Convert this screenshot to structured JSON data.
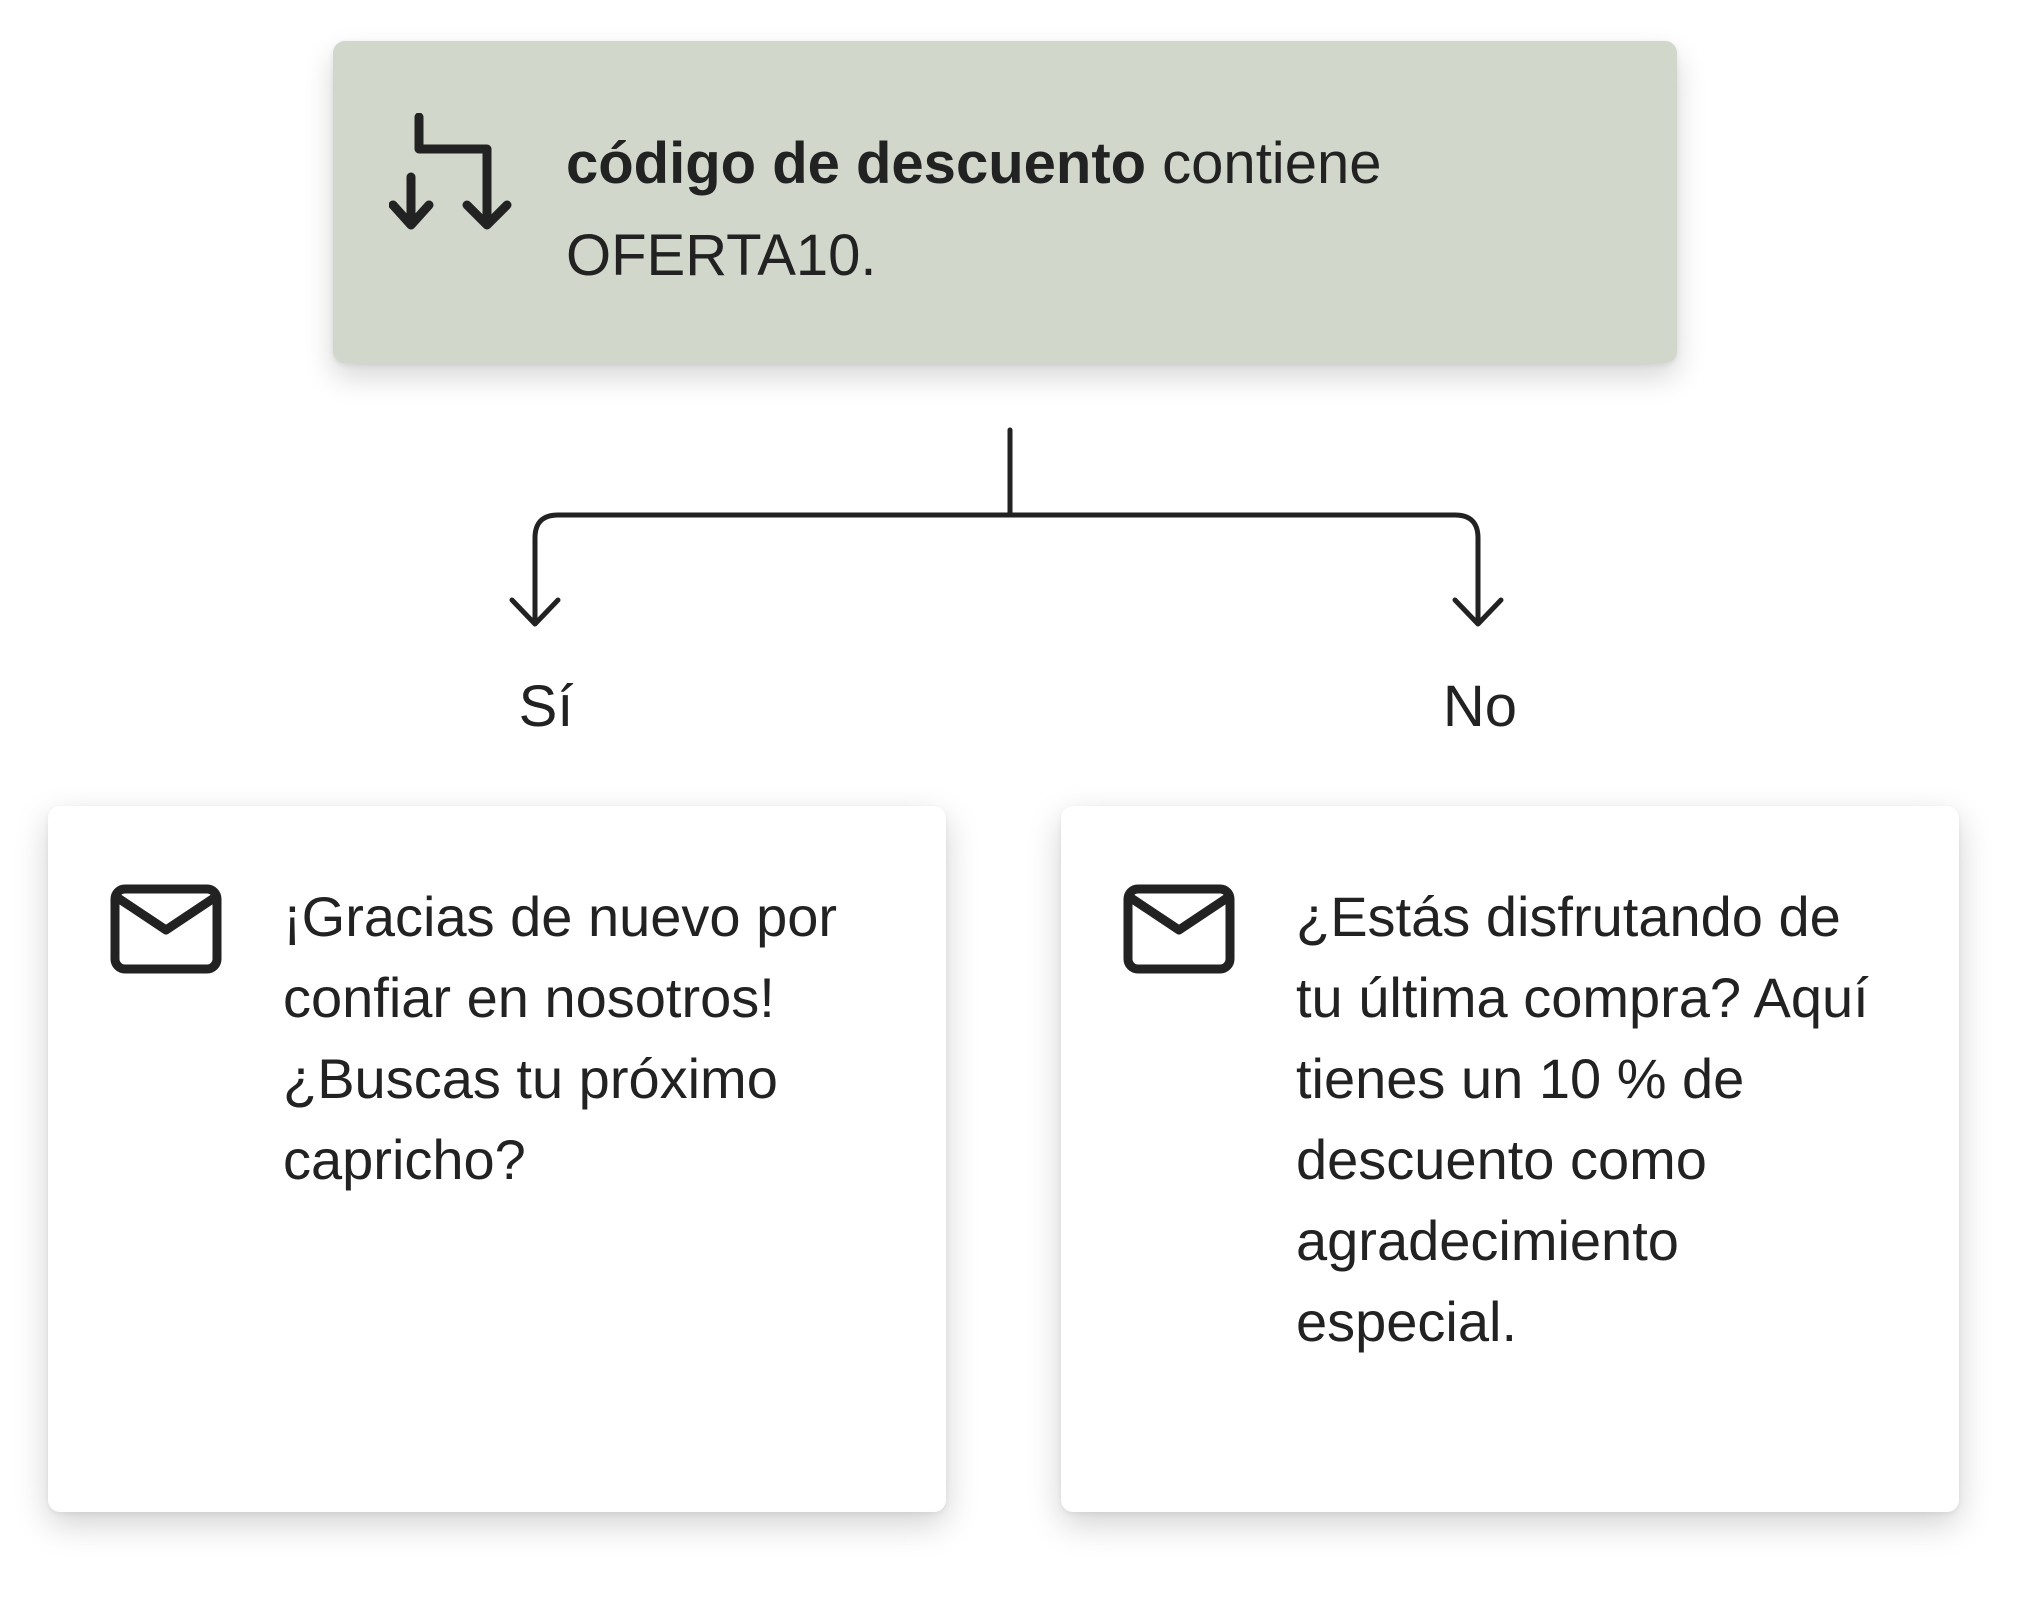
{
  "condition": {
    "icon": "split-branch-icon",
    "field": "código de descuento",
    "operator_text": " contiene",
    "value": "OFERTA10."
  },
  "branches": {
    "yes": {
      "label": "Sí",
      "icon": "envelope-icon",
      "message": "¡Gracias de nuevo por confiar en nosotros! ¿Buscas tu próximo capricho?"
    },
    "no": {
      "label": "No",
      "icon": "envelope-icon",
      "message": "¿Estás disfrutando de tu última compra? Aquí tienes un 10 % de descuento como agradecimiento especial."
    }
  },
  "colors": {
    "condition_bg": "#d1d7cb",
    "card_bg": "#ffffff",
    "text": "#222222",
    "line": "#222222"
  }
}
